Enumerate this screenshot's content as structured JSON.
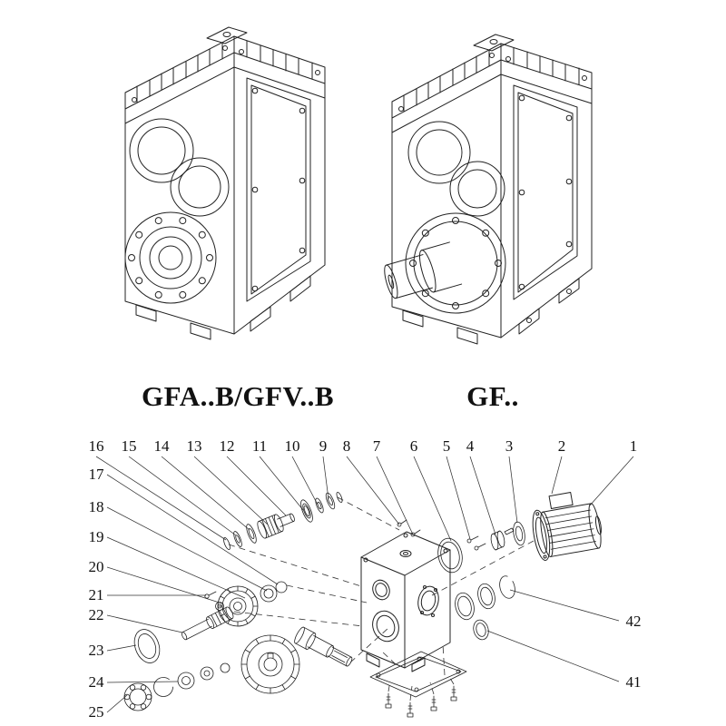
{
  "colors": {
    "ink": "#222222",
    "background": "#ffffff"
  },
  "models": {
    "left_label": "GFA..B/GFV..B",
    "right_label": "GF.."
  },
  "exploded": {
    "top_numbers": [
      "16",
      "15",
      "14",
      "13",
      "12",
      "11",
      "10",
      "9",
      "8",
      "7",
      "6",
      "5",
      "4",
      "3",
      "2",
      "1"
    ],
    "left_numbers": [
      "17",
      "18",
      "19",
      "20",
      "21",
      "22",
      "23",
      "24",
      "25"
    ],
    "right_numbers": [
      "42",
      "41"
    ]
  }
}
